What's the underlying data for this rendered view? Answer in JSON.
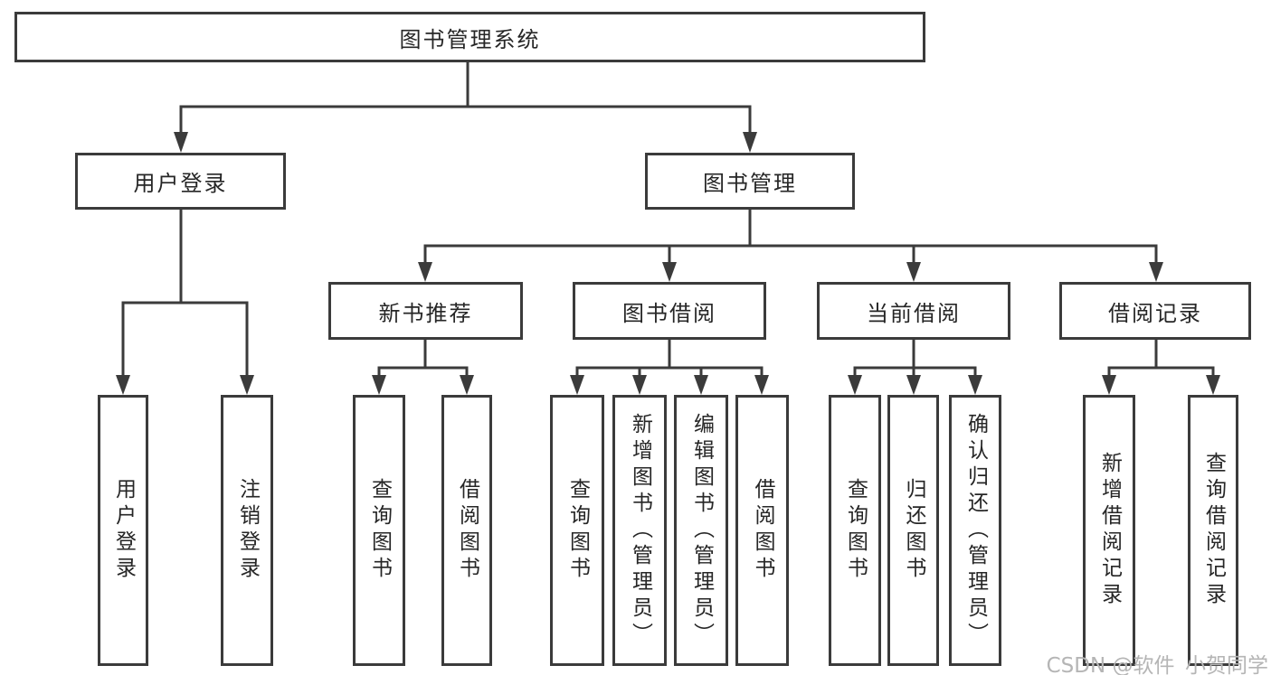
{
  "colors": {
    "line": "#3b3b3b",
    "box_border": "#3b3b3b",
    "text": "#262626",
    "background": "#ffffff",
    "watermark_text_color": "#b5b5b5"
  },
  "tree": {
    "root": {
      "label": "图书管理系统"
    },
    "level2": [
      {
        "label": "用户登录",
        "children": [
          {
            "label": "用户登录"
          },
          {
            "label": "注销登录"
          }
        ]
      },
      {
        "label": "图书管理",
        "children": [
          {
            "label": "新书推荐",
            "children": [
              {
                "label": "查询图书"
              },
              {
                "label": "借阅图书"
              }
            ]
          },
          {
            "label": "图书借阅",
            "children": [
              {
                "label": "查询图书"
              },
              {
                "label": "新增图书（管理员）"
              },
              {
                "label": "编辑图书（管理员）"
              },
              {
                "label": "借阅图书"
              }
            ]
          },
          {
            "label": "当前借阅",
            "children": [
              {
                "label": "查询图书"
              },
              {
                "label": "归还图书"
              },
              {
                "label": "确认归还（管理员）"
              }
            ]
          },
          {
            "label": "借阅记录",
            "children": [
              {
                "label": "新增借阅记录"
              },
              {
                "label": "查询借阅记录"
              }
            ]
          }
        ]
      }
    ]
  },
  "watermark": {
    "text": "CSDN @软件_小贺同学"
  }
}
